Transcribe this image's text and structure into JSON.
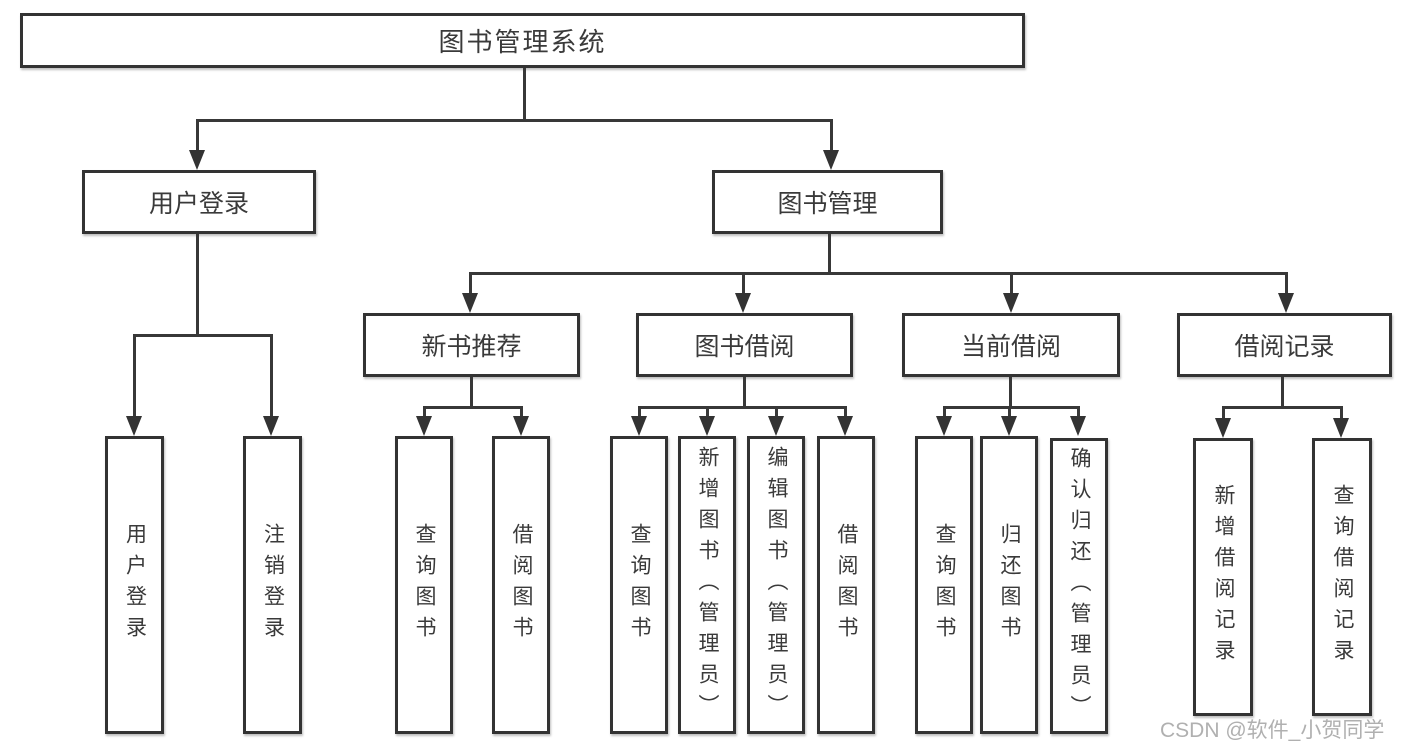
{
  "tree": {
    "root": {
      "label": "图书管理系统"
    },
    "branches": [
      {
        "label": "用户登录",
        "children": [
          {
            "label": "用户登录"
          },
          {
            "label": "注销登录"
          }
        ]
      },
      {
        "label": "图书管理",
        "children": [
          {
            "label": "新书推荐",
            "children": [
              {
                "label": "查询图书"
              },
              {
                "label": "借阅图书"
              }
            ]
          },
          {
            "label": "图书借阅",
            "children": [
              {
                "label": "查询图书"
              },
              {
                "label": "新增图书（管理员）"
              },
              {
                "label": "编辑图书（管理员）"
              },
              {
                "label": "借阅图书"
              }
            ]
          },
          {
            "label": "当前借阅",
            "children": [
              {
                "label": "查询图书"
              },
              {
                "label": "归还图书"
              },
              {
                "label": "确认归还（管理员）"
              }
            ]
          },
          {
            "label": "借阅记录",
            "children": [
              {
                "label": "新增借阅记录"
              },
              {
                "label": "查询借阅记录"
              }
            ]
          }
        ]
      }
    ]
  },
  "watermark": "CSDN @软件_小贺同学",
  "colors": {
    "line": "#383838",
    "box_border": "#333333",
    "text": "#3a3a3a",
    "background": "#ffffff",
    "watermark": "#b0b0b0"
  }
}
